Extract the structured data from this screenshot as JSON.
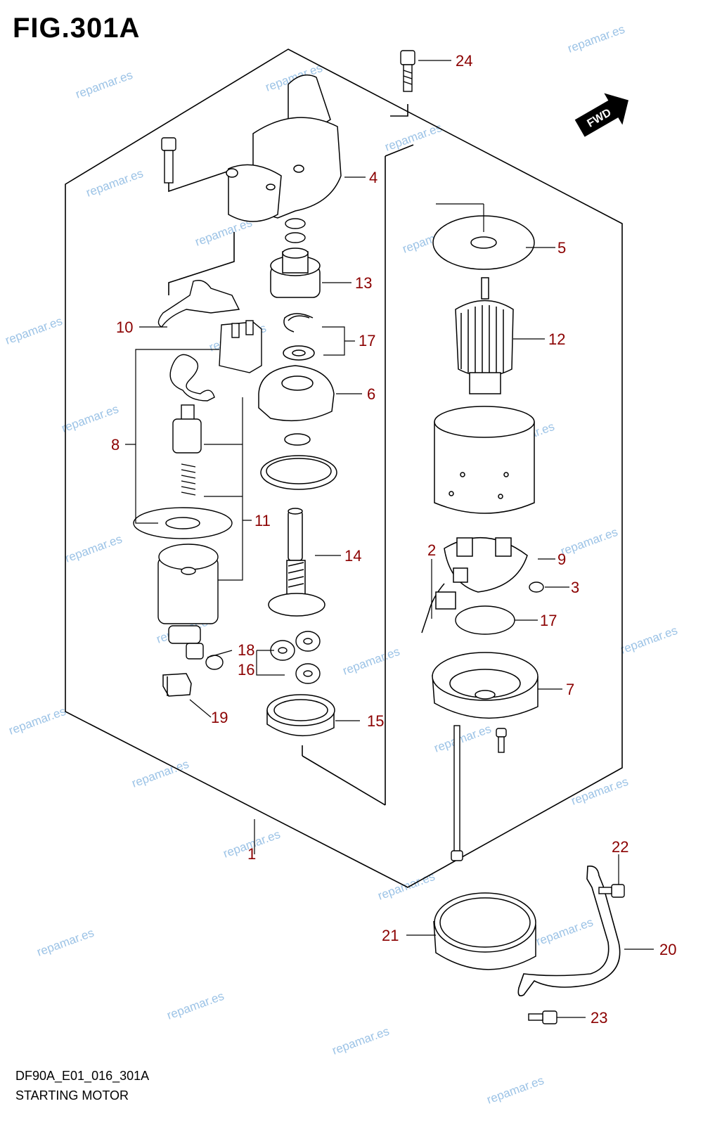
{
  "figure": {
    "title": "FIG.301A",
    "code": "DF90A_E01_016_301A",
    "name": "STARTING MOTOR",
    "watermark": "repamar.es",
    "direction_badge": "FWD"
  },
  "callouts": [
    "1",
    "2",
    "3",
    "4",
    "5",
    "6",
    "7",
    "8",
    "9",
    "10",
    "11",
    "12",
    "13",
    "14",
    "15",
    "16",
    "17",
    "17",
    "17",
    "18",
    "19",
    "20",
    "21",
    "22",
    "23",
    "24"
  ],
  "colors": {
    "callout": "#8b0000",
    "linework": "#000000",
    "watermark": "#9cc3e6"
  }
}
